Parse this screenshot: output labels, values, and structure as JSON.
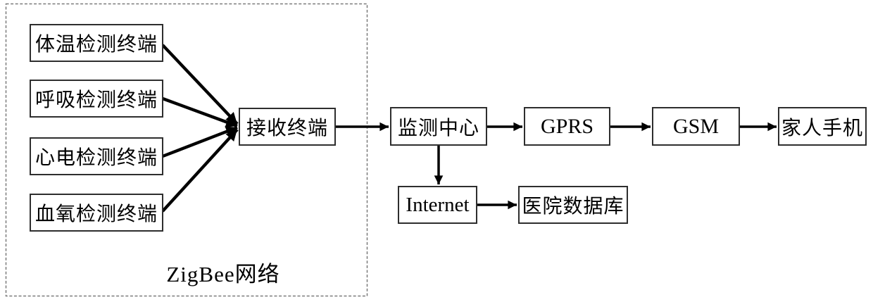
{
  "diagram": {
    "zigbee_group": {
      "label": "ZigBee网络"
    },
    "sensors": [
      {
        "label": "体温检测终端"
      },
      {
        "label": "呼吸检测终端"
      },
      {
        "label": "心电检测终端"
      },
      {
        "label": "血氧检测终端"
      }
    ],
    "receiver": {
      "label": "接收终端"
    },
    "chain": [
      {
        "label": "监测中心"
      },
      {
        "label": "GPRS"
      },
      {
        "label": "GSM"
      },
      {
        "label": "家人手机"
      }
    ],
    "branch": [
      {
        "label": "Internet"
      },
      {
        "label": "医院数据库"
      }
    ],
    "edges": [
      {
        "from": "体温检测终端",
        "to": "接收终端"
      },
      {
        "from": "呼吸检测终端",
        "to": "接收终端"
      },
      {
        "from": "心电检测终端",
        "to": "接收终端"
      },
      {
        "from": "血氧检测终端",
        "to": "接收终端"
      },
      {
        "from": "接收终端",
        "to": "监测中心"
      },
      {
        "from": "监测中心",
        "to": "GPRS"
      },
      {
        "from": "GPRS",
        "to": "GSM"
      },
      {
        "from": "GSM",
        "to": "家人手机"
      },
      {
        "from": "监测中心",
        "to": "Internet"
      },
      {
        "from": "Internet",
        "to": "医院数据库"
      }
    ],
    "colors": {
      "background": "#ffffff",
      "box_border": "#2e2e2e",
      "text": "#000000",
      "arrow": "#000000",
      "group_dashed_border": "#7a7a7a"
    }
  }
}
